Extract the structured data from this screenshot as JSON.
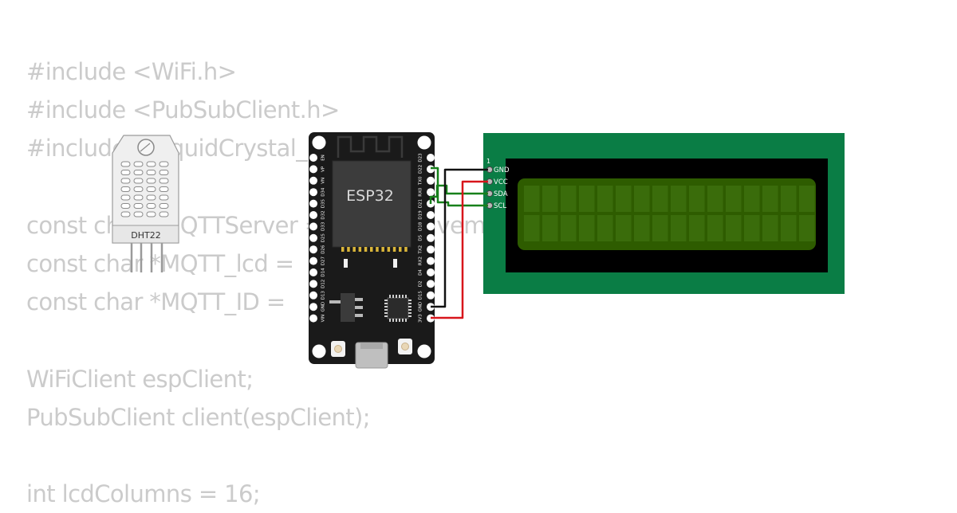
{
  "code_lines": [
    "#include <WiFi.h>",
    "#include <PubSubClient.h>",
    "#include <LiquidCrystal_I2C.h>",
    "",
    "const char *MQTTServer = \"broker.hivemq.com\";",
    "const char *MQTT_lcd = ",
    "const char *MQTT_ID = ",
    "",
    "WiFiClient espClient;",
    "PubSubClient client(espClient);",
    "",
    "int lcdColumns = 16;"
  ],
  "dht22": {
    "label": "DHT22"
  },
  "esp32": {
    "label": "ESP32",
    "left_pins": [
      "EN",
      "VP",
      "VN",
      "D34",
      "D35",
      "D32",
      "D33",
      "D25",
      "D26",
      "D27",
      "D14",
      "D12",
      "D13",
      "GND",
      "VIN"
    ],
    "right_pins": [
      "D23",
      "D22",
      "TX0",
      "RX0",
      "D21",
      "D19",
      "D18",
      "D5",
      "TX2",
      "RX2",
      "D4",
      "D2",
      "D15",
      "GND",
      "3V3"
    ]
  },
  "lcd": {
    "pin_number": "1",
    "pins": [
      "GND",
      "VCC",
      "SDA",
      "SCL"
    ],
    "columns": 16,
    "rows": 2
  },
  "colors": {
    "code_text": "#cbcbcb",
    "board_black": "#1a1a1a",
    "lcd_pcb": "#0a7d45",
    "lcd_bezel": "#000000",
    "lcd_screen": "#2e5c00",
    "lcd_cells": "#3a6c0b",
    "wire_green": "#17801a",
    "wire_red": "#d8151b",
    "wire_black": "#111111"
  }
}
